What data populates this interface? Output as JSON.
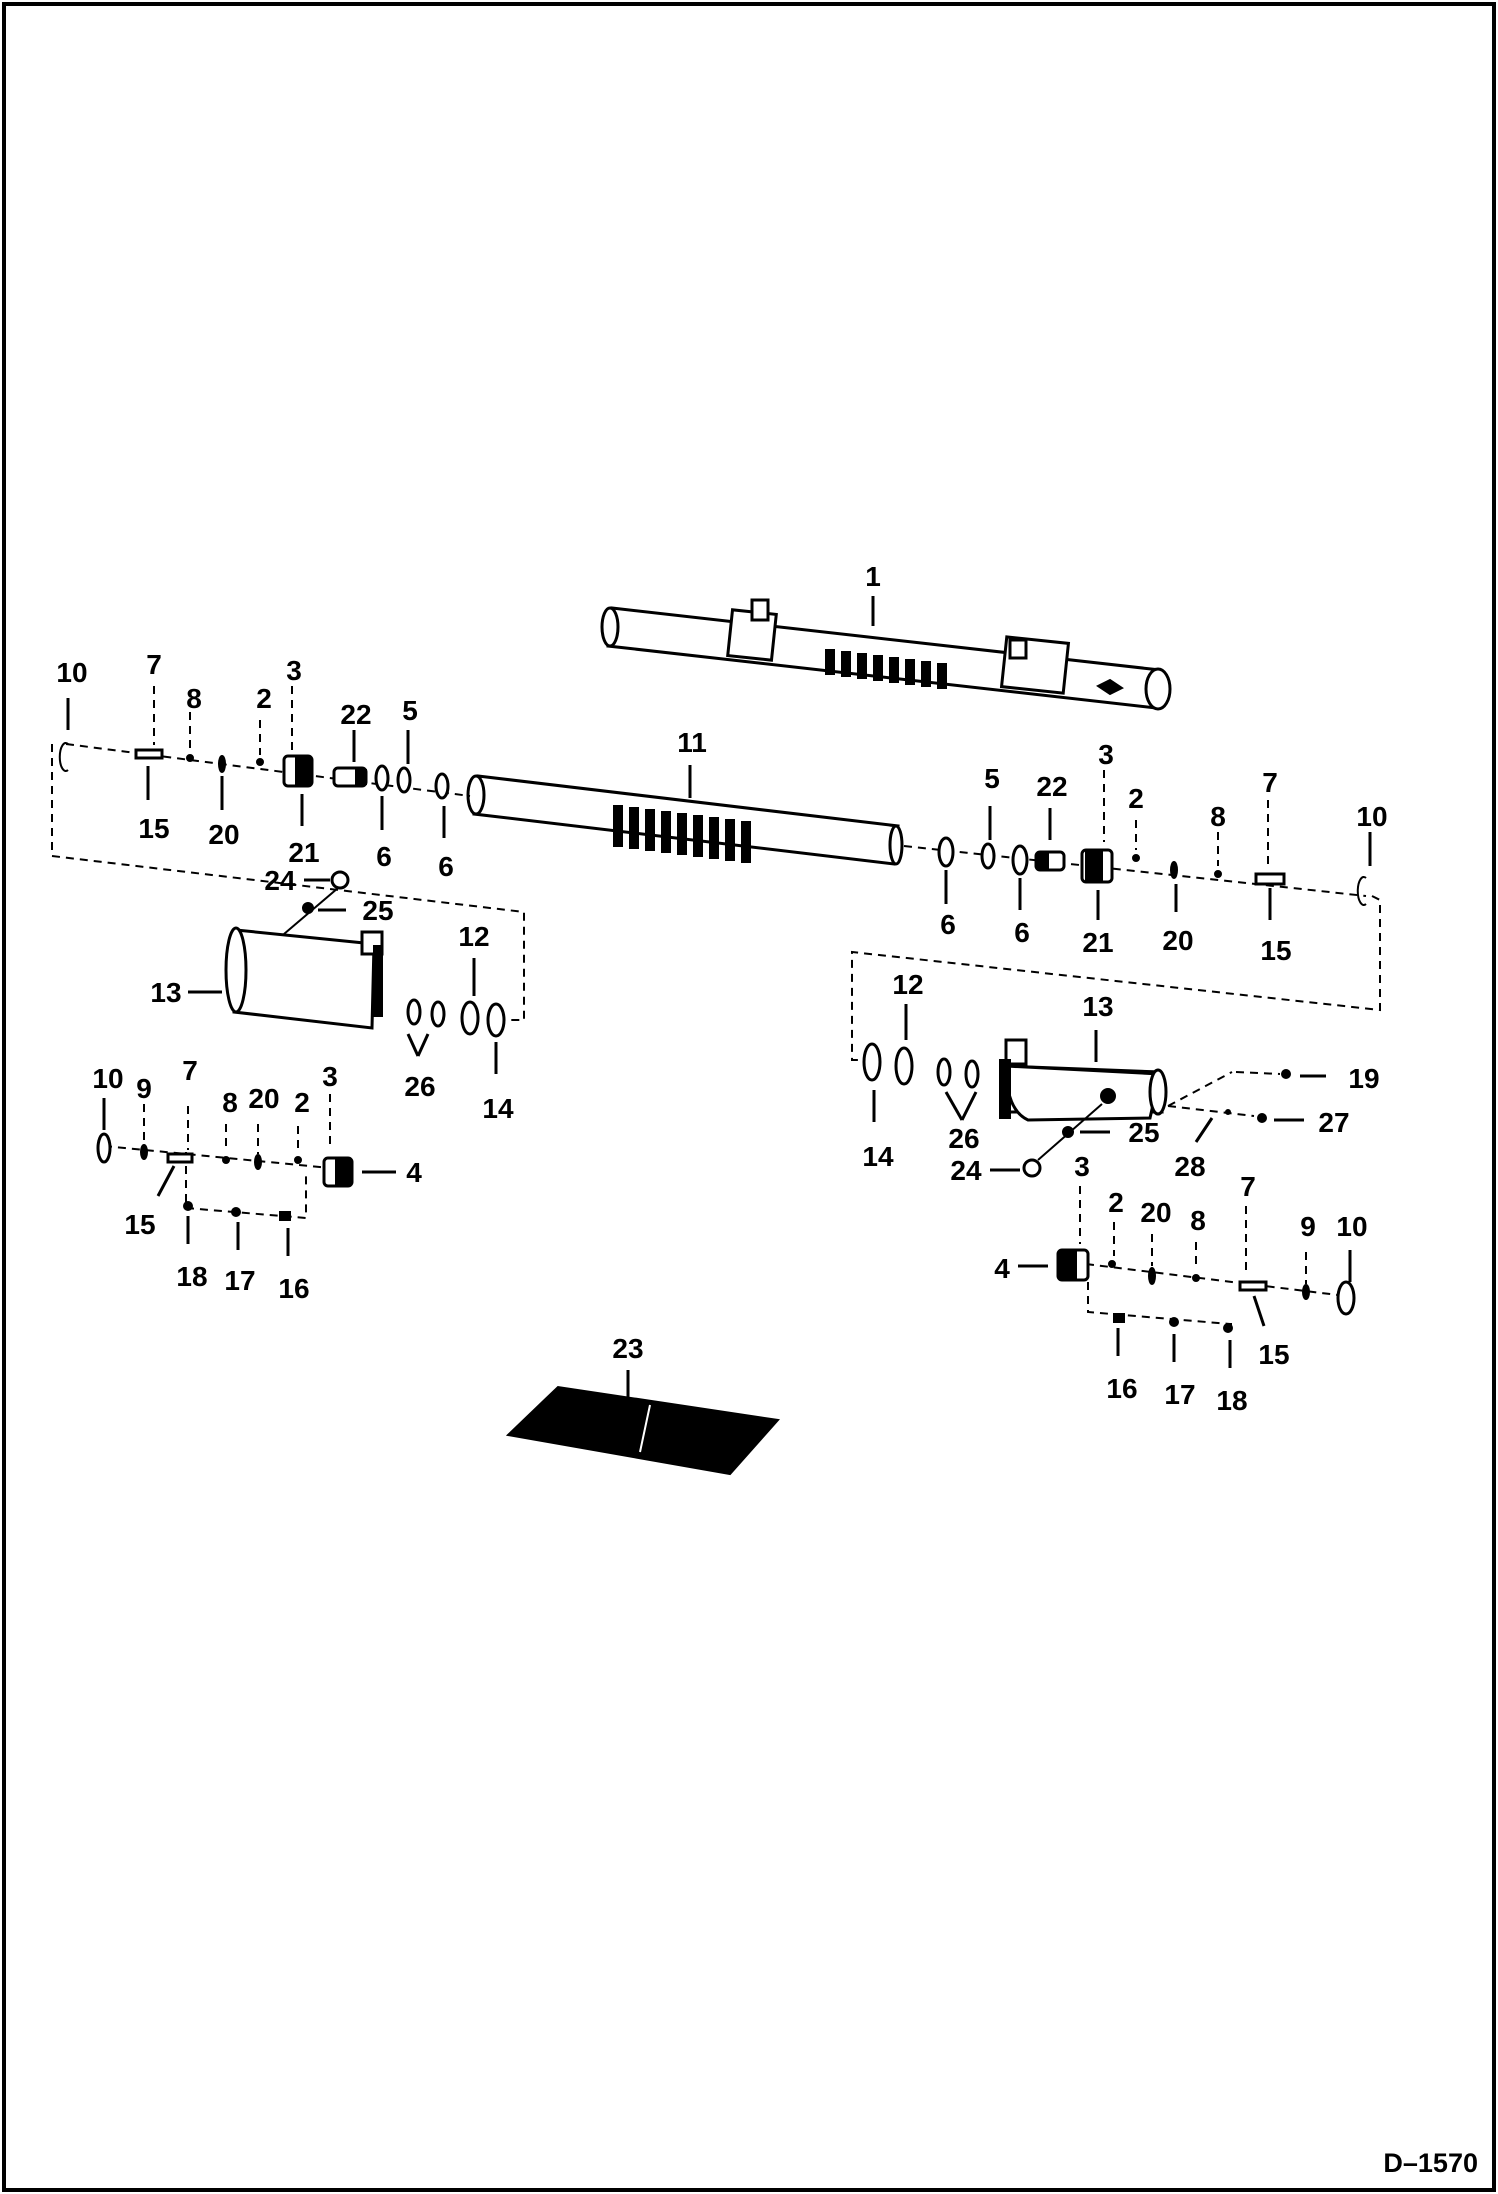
{
  "figure_id": "D–1570",
  "callouts": {
    "c1": "1",
    "c11": "11",
    "c23": "23",
    "l10": "10",
    "l7": "7",
    "l8": "8",
    "l2": "2",
    "l3": "3",
    "l22": "22",
    "l5": "5",
    "l15": "15",
    "l20": "20",
    "l21": "21",
    "l6a": "6",
    "l6b": "6",
    "l24": "24",
    "l25": "25",
    "l13": "13",
    "l12": "12",
    "l26": "26",
    "l14": "14",
    "l10b": "10",
    "l9b": "9",
    "l7b": "7",
    "l8b": "8",
    "l20b": "20",
    "l2b": "2",
    "l3b": "3",
    "l4b": "4",
    "l15b": "15",
    "l18b": "18",
    "l17b": "17",
    "l16b": "16",
    "r5": "5",
    "r22": "22",
    "r3": "3",
    "r2": "2",
    "r8": "8",
    "r7": "7",
    "r10": "10",
    "r6a": "6",
    "r6b": "6",
    "r21": "21",
    "r20": "20",
    "r15": "15",
    "r12": "12",
    "r13": "13",
    "r19": "19",
    "r27": "27",
    "r28": "28",
    "r25": "25",
    "r14": "14",
    "r26": "26",
    "r24": "24",
    "r3b": "3",
    "r2b": "2",
    "r20b": "20",
    "r8b": "8",
    "r7b": "7",
    "r9b": "9",
    "r10b": "10",
    "r4b": "4",
    "r15b": "15",
    "r16b": "16",
    "r17b": "17",
    "r18b": "18"
  }
}
